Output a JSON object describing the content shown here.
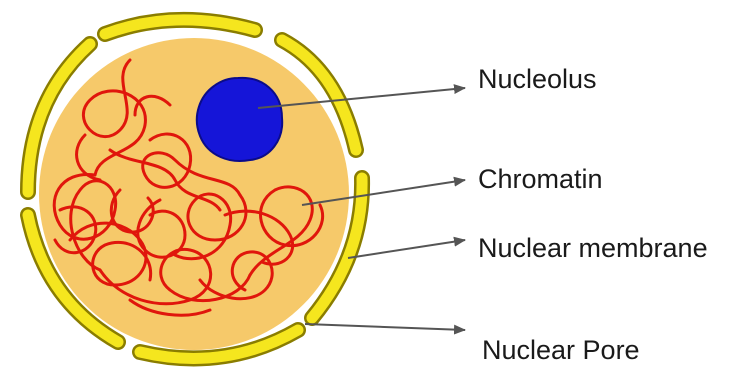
{
  "labels": {
    "nucleolus": "Nucleolus",
    "chromatin": "Chromatin",
    "nuclear_membrane": "Nuclear membrane",
    "nuclear_pore": "Nuclear Pore"
  },
  "colors": {
    "membrane": "#f5e61e",
    "membrane_outline": "#8a7d00",
    "nucleoplasm": "#f6c96a",
    "nucleolus": "#1515d8",
    "chromatin": "#e0160c",
    "arrow": "#555555",
    "text": "#1a1a1a"
  }
}
